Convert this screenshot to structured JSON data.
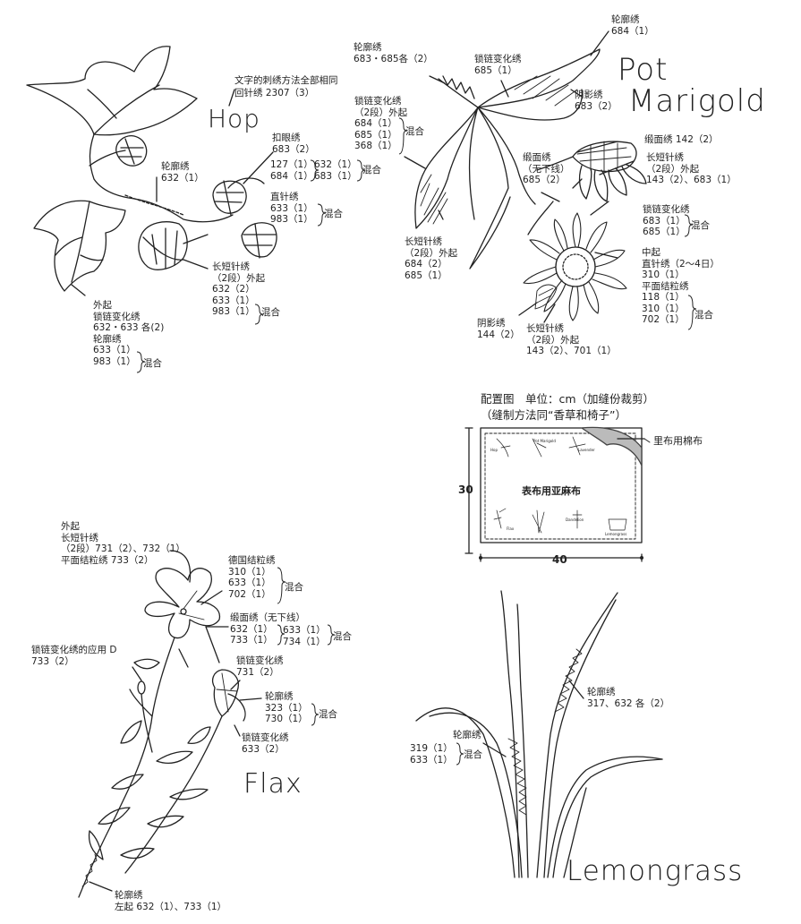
{
  "hop": {
    "title": "Hop",
    "note_1": "文字的刺绣方法全部相同",
    "note_2": "回针绣 2307（3）",
    "buttonhole": "扣眼绣\n683（2）",
    "mix_127": "127（1）\n684（1）",
    "mix_632": "632（1）\n683（1）",
    "mix_label_a": "混合",
    "outline_stem": "轮廓绣\n632（1）",
    "straight": "直针绣\n633（1）\n983（1）",
    "straight_mix": "混合",
    "longshort": "长短针绣\n（2段）外起\n632（2）\n633（1）\n983（1）",
    "longshort_mix": "混合",
    "left_leaf": "外起\n锁链变化绣\n632・633 各(2)\n轮廓绣\n633（1）\n983（1）",
    "left_leaf_mix": "混合"
  },
  "marigold": {
    "title_1": "Pot",
    "title_2": "Marigold",
    "outline_top": "轮廓绣\n684（1）",
    "outline_left": "轮廓绣\n683・685各（2）",
    "chain_var_top": "锁链变化绣\n685（1）",
    "shadow_top": "阴影绣\n683（2）",
    "chain_var_left": "锁链变化绣\n（2段）外起\n684（1）\n685（1）\n368（1）",
    "chain_var_left_mix": "混合",
    "satin_top": "缎面绣 142（2）",
    "longshort_right": "长短针绣\n（2段）外起\n143（2）、683（1）",
    "satin_nounder": "缎面绣\n（无下线）\n685（2）",
    "chain_var_right": "锁链变化绣\n683（1）\n685（1）",
    "chain_var_right_mix": "混合",
    "center": "中起\n直针绣（2～4日）\n310（1）\n平面结粒绣\n118（1）\n310（1）\n702（1）",
    "center_mix": "混合",
    "longshort_left": "长短针绣\n（2段）外起\n684（2）\n685（1）",
    "shadow_bottom": "阴影绣\n144（2）",
    "longshort_bottom": "长短针绣\n（2段）外起\n143（2）、701（1）"
  },
  "layout": {
    "title_1": "配置图　单位：cm（加缝份裁剪）",
    "title_2": "（缝制方法同“香草和椅子”）",
    "lining_label": "里布用棉布",
    "outer_label": "表布用亚麻布",
    "height": "30",
    "width": "40",
    "mini_labels": [
      "Hop",
      "Pot Marigold",
      "Lavender",
      "Flax",
      "Dandelion",
      "Lemongrass"
    ]
  },
  "flax": {
    "title": "Flax",
    "petal": "外起\n长短针绣\n（2段）731（2）、732（1）\n平面结粒绣 733（2）",
    "french_knot": "德国结粒绣\n310（1）\n633（1）\n702（1）",
    "french_knot_mix": "混合",
    "satin": "缎面绣（无下线）\n632（1）\n733（1）",
    "satin_b": "633（1）\n734（1）",
    "satin_mix": "混合",
    "chain_app": "锁链变化绣的应用 D\n733（2）",
    "chain_var_bud": "锁链变化绣\n731（2）",
    "outline_bud": "轮廓绣\n323（1）\n730（1）",
    "outline_bud_mix": "混合",
    "chain_var_calyx": "锁链变化绣\n633（2）",
    "outline_stem": "轮廓绣\n左起 632（1）、733（1）"
  },
  "lemongrass": {
    "title": "Lemongrass",
    "outline_right": "轮廓绣\n317、632 各（2）",
    "outline_left_title": "轮廓绣",
    "outline_left": "319（1）\n633（1）",
    "outline_left_mix": "混合"
  }
}
